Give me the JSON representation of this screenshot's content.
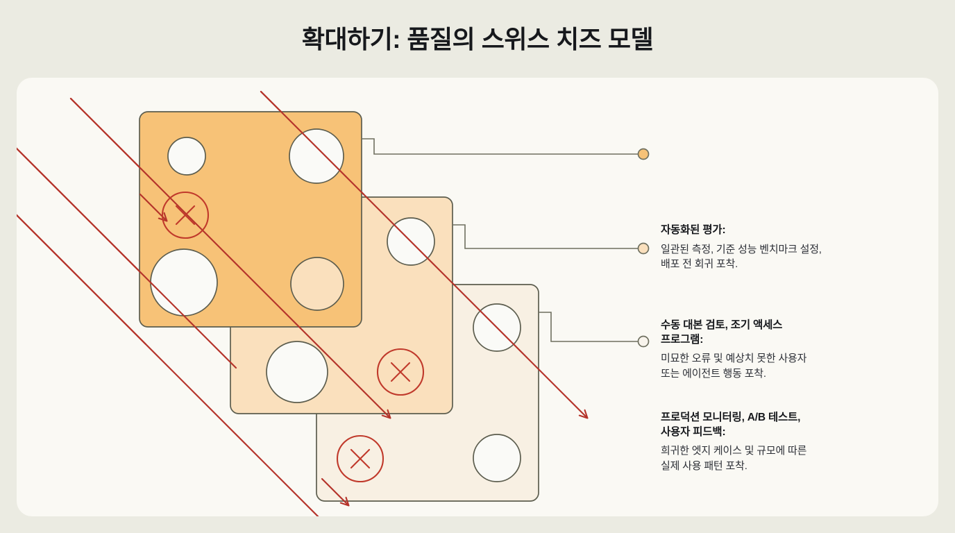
{
  "slide": {
    "title": "확대하기: 품질의 스위스 치즈 모델",
    "background_color": "#ebebe2",
    "card_color": "#faf9f4"
  },
  "diagram": {
    "type": "swiss-cheese-model",
    "hazard_line_color": "#b5342b",
    "slice_border_color": "#5c5d4e",
    "hole_fill_color": "#fafaf7",
    "blocked_marker_color": "#c0392b",
    "connector_line_color": "#6e6f5f",
    "slices": [
      {
        "name": "layer-1",
        "fill_color": "#f7c277",
        "holes": 4,
        "blocked_markers": 1
      },
      {
        "name": "layer-2",
        "fill_color": "#fae0bd",
        "holes": 3,
        "blocked_markers": 1
      },
      {
        "name": "layer-3",
        "fill_color": "#f8f0e3",
        "holes": 3,
        "blocked_markers": 1
      }
    ],
    "hazard_arrows_blocked": 3,
    "hazard_arrows_escaped": 1
  },
  "legend": {
    "items": [
      {
        "marker_fill": "#f7c277",
        "heading": "자동화된 평가:",
        "body": "일관된 측정, 기준 성능 벤치마크 설정,\n배포 전 회귀 포착."
      },
      {
        "marker_fill": "#fae0bd",
        "heading": "수동 대본 검토, 조기 액세스\n프로그램:",
        "body": "미묘한 오류 및 예상치 못한 사용자\n또는 에이전트 행동 포착."
      },
      {
        "marker_fill": "#f8f4ec",
        "heading": "프로덕션 모니터링, A/B 테스트,\n사용자 피드백:",
        "body": "희귀한 엣지 케이스 및 규모에 따른\n실제 사용 패턴 포착."
      }
    ]
  }
}
